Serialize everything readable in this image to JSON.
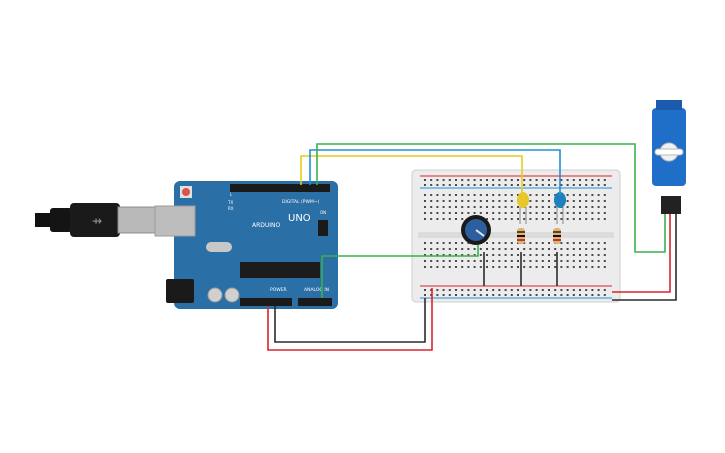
{
  "colors": {
    "board": "#2a6fa6",
    "board_dark": "#1f5a88",
    "breadboard": "#ececec",
    "hole": "#4a4a4a",
    "wire_yellow": "#e8cc1a",
    "wire_blue": "#1e90d6",
    "wire_green": "#3cb04a",
    "wire_red": "#d9252b",
    "wire_black": "#2b2b2b",
    "servo": "#1f6fc8",
    "led_yellow": "#e6c82c",
    "led_blue": "#1f7fbf"
  },
  "arduino": {
    "brand": "UNO",
    "logo_text": "ARDUINO",
    "digital_label": "DIGITAL (PWM~)",
    "power_label": "POWER",
    "analog_label": "ANALOG IN",
    "tx_label": "TX",
    "rx_label": "RX",
    "l_label": "L",
    "on_label": "ON"
  },
  "components": {
    "usb_cable": "usb-cable",
    "potentiometer": "potentiometer",
    "servo": "servo-motor",
    "leds": [
      "yellow-led",
      "blue-led"
    ],
    "resistors": [
      "resistor-1",
      "resistor-2"
    ]
  }
}
